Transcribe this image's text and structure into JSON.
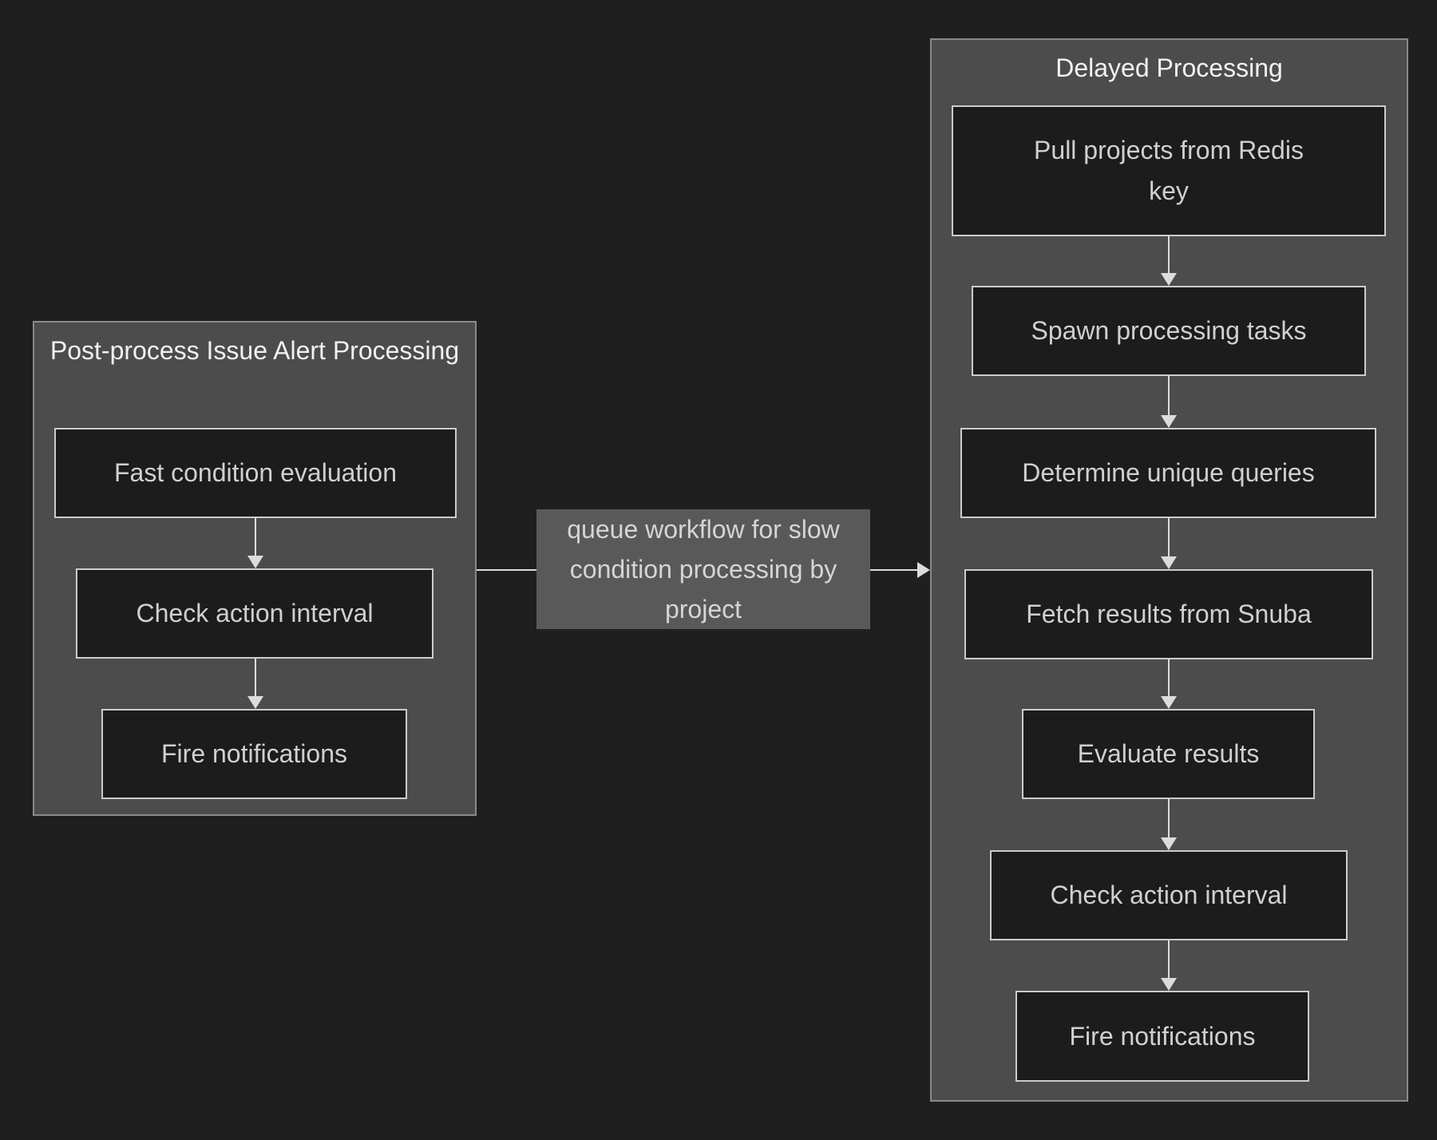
{
  "diagram": {
    "clusters": [
      {
        "title": "Post-process Issue Alert Processing",
        "nodes": [
          {
            "label": "Fast condition evaluation"
          },
          {
            "label": "Check action interval"
          },
          {
            "label": "Fire notifications"
          }
        ]
      },
      {
        "title": "Delayed Processing",
        "nodes": [
          {
            "label": "Pull projects from Redis key"
          },
          {
            "label": "Spawn processing tasks"
          },
          {
            "label": "Determine unique queries"
          },
          {
            "label": "Fetch results from Snuba"
          },
          {
            "label": "Evaluate results"
          },
          {
            "label": "Check action interval"
          },
          {
            "label": "Fire notifications"
          }
        ]
      }
    ],
    "edge_label": "queue workflow for slow condition processing by project",
    "colors": {
      "background": "#1f1f1f",
      "cluster_bg": "#4c4c4c",
      "cluster_border": "#8a8a8a",
      "node_bg": "#1c1c1c",
      "node_border": "#cccccc",
      "node_text": "#d0d0d0",
      "title_text": "#f1f1f1",
      "edge_label_bg": "#595959",
      "edge_label_text": "#d5d5d5",
      "arrow": "#dcdcdc"
    }
  }
}
